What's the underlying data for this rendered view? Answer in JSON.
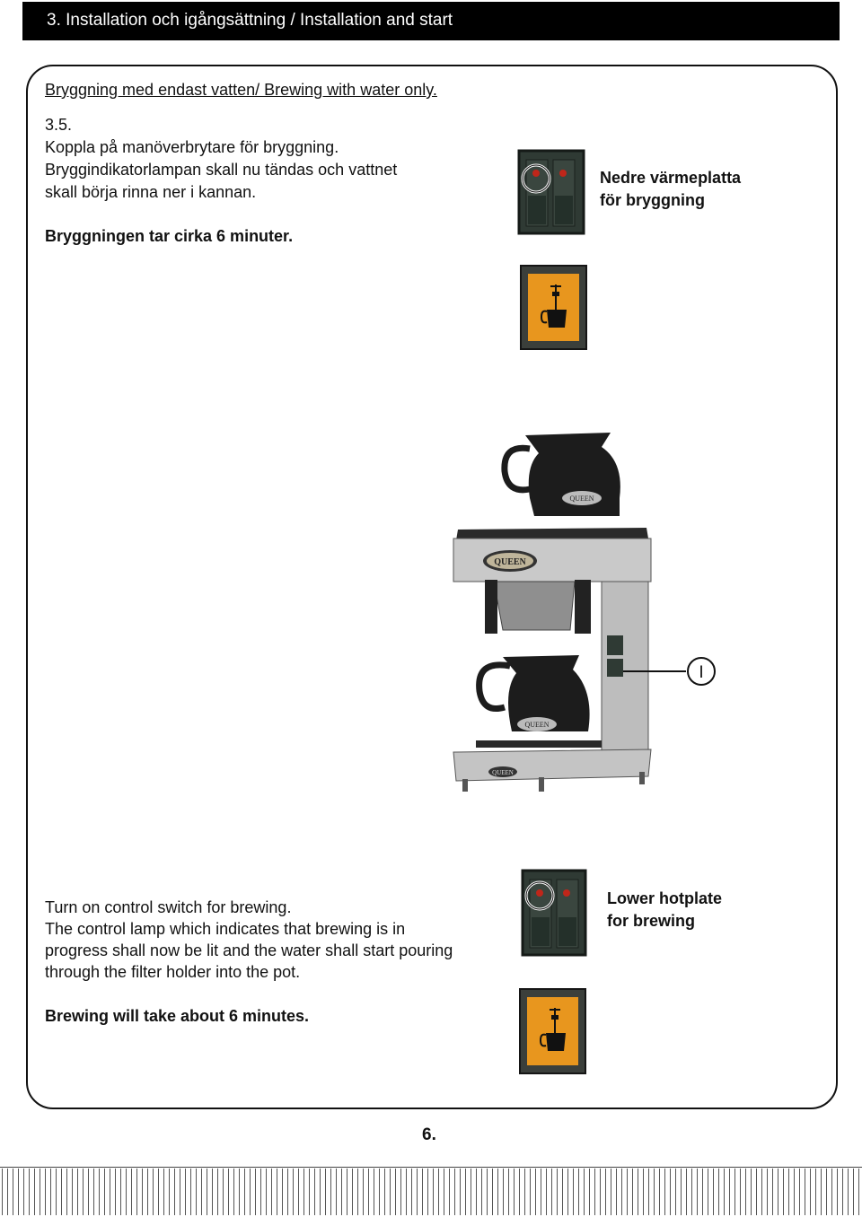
{
  "header": {
    "title": "3. Installation och igångsättning / Installation and start"
  },
  "section": {
    "subtitle": "Bryggning med endast vatten/ Brewing with water only.",
    "step_number": "3.5.",
    "sv": {
      "line1": "Koppla på manöverbrytare för bryggning.",
      "line2": "Bryggindikatorlampan skall nu tändas och vattnet",
      "line3": "skall börja rinna ner i kannan.",
      "duration": "Bryggningen tar cirka 6 minuter.",
      "switch_label_1": "Nedre värmeplatta",
      "switch_label_2": "för bryggning"
    },
    "en": {
      "line1": "Turn on control switch for brewing.",
      "line2": "The control lamp which indicates that brewing is in",
      "line3": "progress shall now be lit and the water shall start pouring",
      "line4": "through the filter holder  into the pot.",
      "duration": "Brewing will take about 6 minutes.",
      "switch_label_1": "Lower hotplate",
      "switch_label_2": "for brewing"
    },
    "callout_marker": "I",
    "brand_text": "QUEEN"
  },
  "footer": {
    "page_number": "6."
  },
  "colors": {
    "header_bg": "#000000",
    "switch_body": "#2f3a34",
    "lamp_orange": "#e8961e",
    "indicator_red": "#c0261a"
  }
}
